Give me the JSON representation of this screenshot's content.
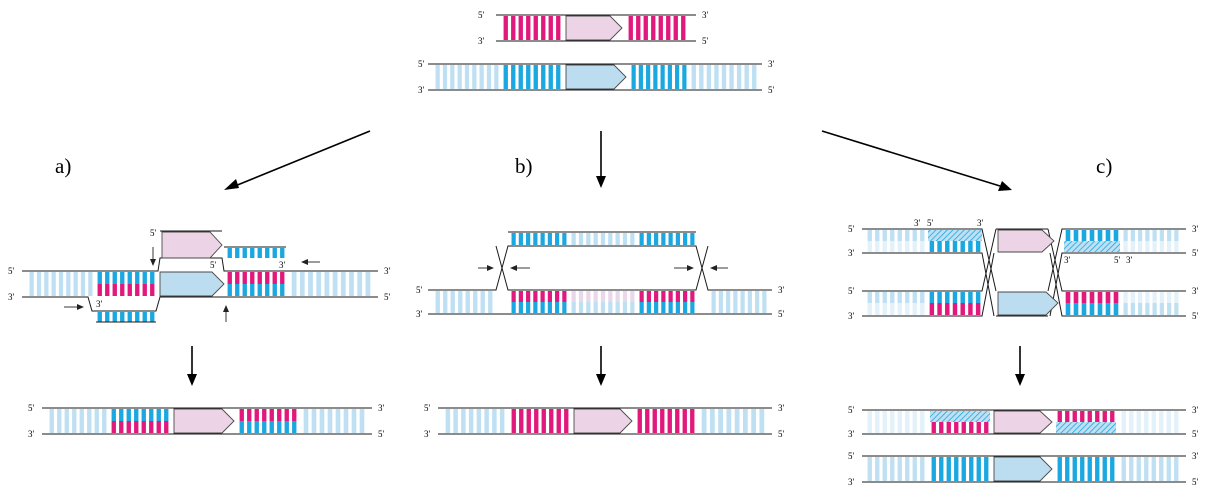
{
  "diagram": {
    "panel_labels": {
      "a": "a)",
      "b": "b)",
      "c": "c)"
    },
    "end_labels": {
      "five_prime": "5'",
      "three_prime": "3'"
    }
  },
  "colors": {
    "magenta": "#e2197c",
    "cyan": "#1ba8e0",
    "light_blue": "#bfe0f3",
    "pale_blue": "#e3f1fa",
    "donor_gene": "#ecd4e6",
    "host_gene": "#bcdcf0",
    "strand": "#1a1a1a"
  }
}
